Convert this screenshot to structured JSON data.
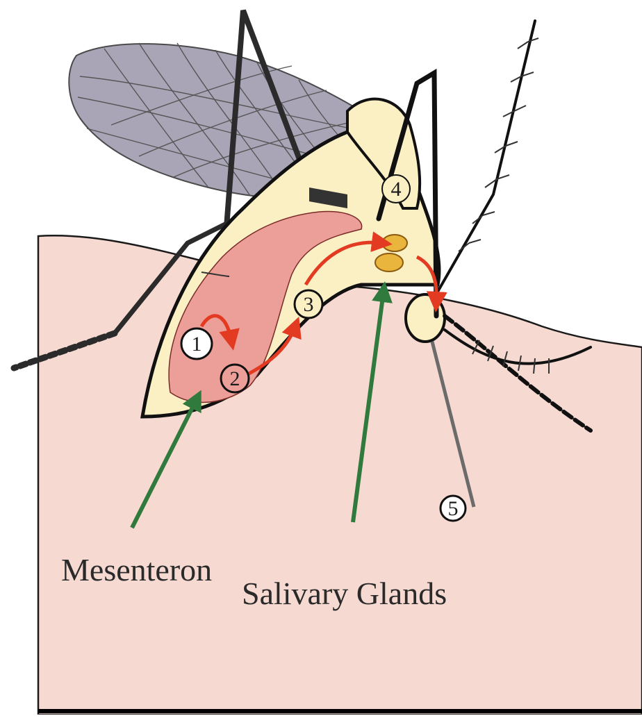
{
  "labels": {
    "mesenteron": "Mesenteron",
    "salivary_glands": "Salivary Glands"
  },
  "markers": [
    "1",
    "2",
    "3",
    "4",
    "5"
  ],
  "colors": {
    "skin": "#f6d9d0",
    "body": "#fbefc4",
    "gut": "#ec9e98",
    "gland": "#e9b53c",
    "red_arrow": "#e33a22",
    "green_arrow": "#2f7a3c",
    "wing": "#a9a5b7",
    "outline": "#111111"
  }
}
